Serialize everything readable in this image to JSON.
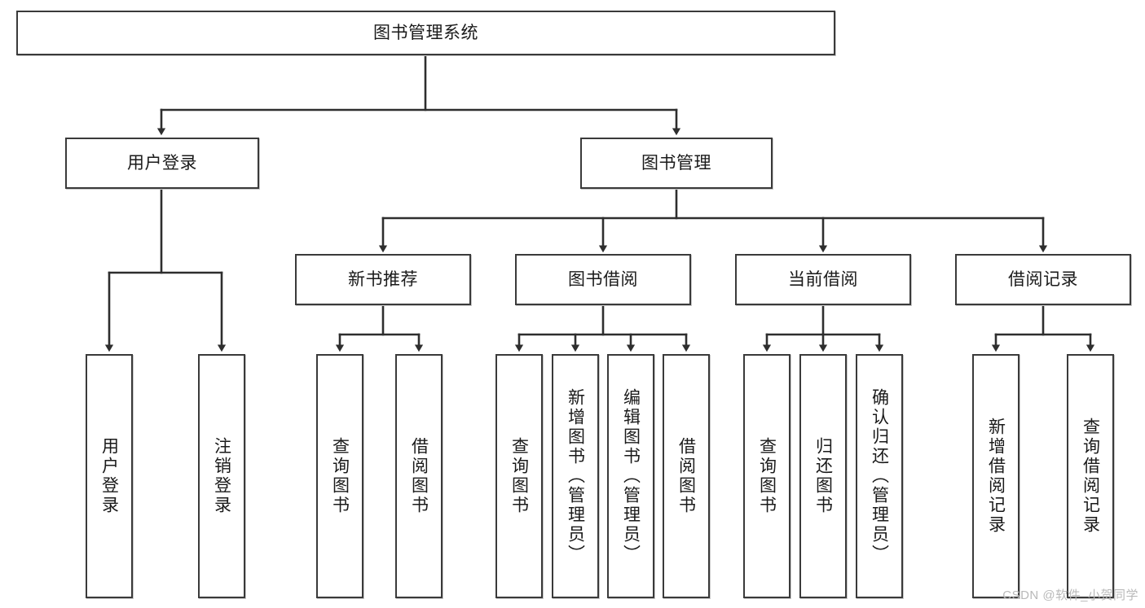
{
  "diagram": {
    "title": "图书管理系统",
    "watermark": "CSDN @软件_小贺同学",
    "colors": {
      "box_border": "#3a3a3a",
      "box_fill": "#ffffff",
      "connector": "#2e2e2e",
      "text": "#1a1a1a",
      "watermark": "#b9b9b9"
    },
    "root": {
      "label": "图书管理系统"
    },
    "level2": [
      {
        "label": "用户登录"
      },
      {
        "label": "图书管理"
      }
    ],
    "level3": [
      {
        "label": "新书推荐"
      },
      {
        "label": "图书借阅"
      },
      {
        "label": "当前借阅"
      },
      {
        "label": "借阅记录"
      }
    ],
    "leaves": {
      "user_login": [
        {
          "label": "用户登录"
        },
        {
          "label": "注销登录"
        }
      ],
      "new_book": [
        {
          "label": "查询图书"
        },
        {
          "label": "借阅图书"
        }
      ],
      "book_borrow": [
        {
          "label": "查询图书"
        },
        {
          "label": "新增图书（管理员）"
        },
        {
          "label": "编辑图书（管理员）"
        },
        {
          "label": "借阅图书"
        }
      ],
      "current_borrow": [
        {
          "label": "查询图书"
        },
        {
          "label": "归还图书"
        },
        {
          "label": "确认归还（管理员）"
        }
      ],
      "borrow_record": [
        {
          "label": "新增借阅记录"
        },
        {
          "label": "查询借阅记录"
        }
      ]
    }
  }
}
